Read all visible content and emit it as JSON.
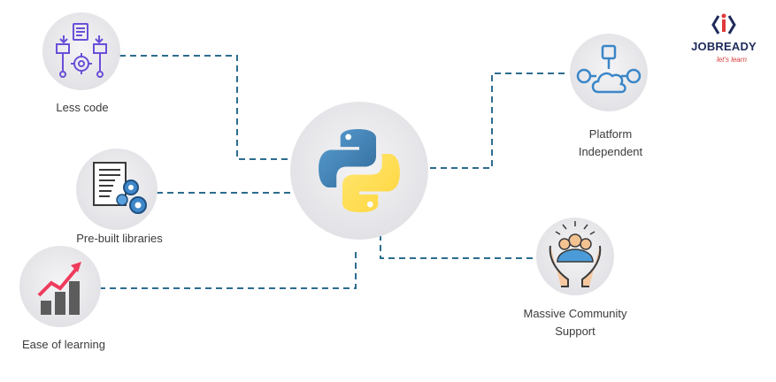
{
  "brand": {
    "name": "JOBREADY",
    "tagline": "let's learn",
    "accent_navy": "#1f2a5c",
    "accent_red": "#e03a3a"
  },
  "center": {
    "icon": "python-logo-icon",
    "blue": "#3c6fa0",
    "yellow": "#ffd343"
  },
  "connector_color": "#2c6c8e",
  "features": [
    {
      "label": "Less code",
      "icon": "flowchart-gear-icon"
    },
    {
      "label": "Pre-built libraries",
      "icon": "document-gears-icon"
    },
    {
      "label": "Ease of learning",
      "icon": "growth-chart-icon"
    },
    {
      "label": "Platform Independent",
      "icon": "cloud-network-icon"
    },
    {
      "label": "Massive Community Support",
      "icon": "community-hands-icon"
    }
  ]
}
